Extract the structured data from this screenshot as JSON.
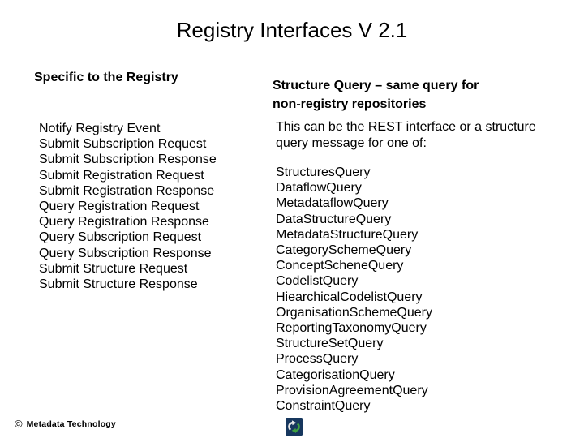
{
  "slide": {
    "title": "Registry Interfaces V 2.1",
    "left_column": {
      "heading": "Specific to the Registry",
      "items": [
        "Notify Registry Event",
        "Submit Subscription Request",
        "Submit Subscription Response",
        "Submit Registration Request",
        "Submit Registration Response",
        "Query Registration Request",
        "Query Registration Response",
        "Query Subscription Request",
        "Query Subscription Response",
        "Submit Structure Request",
        "Submit Structure Response"
      ]
    },
    "right_column": {
      "heading": "Structure Query – same query for non-registry repositories",
      "intro": "This can be the REST interface or a structure query message for one of:",
      "items": [
        "StructuresQuery",
        "DataflowQuery",
        "MetadataflowQuery",
        "DataStructureQuery",
        "MetadataStructureQuery",
        "CategorySchemeQuery",
        "ConceptScheneQuery",
        "CodelistQuery",
        "HiearchicalCodelistQuery",
        "OrganisationSchemeQuery",
        "ReportingTaxonomyQuery",
        "StructureSetQuery",
        "ProcessQuery",
        "CategorisationQuery",
        "ProvisionAgreementQuery",
        "ConstraintQuery"
      ]
    },
    "footer": {
      "copyright_symbol": "©",
      "text": "Metadata Technology"
    },
    "footer_icon": {
      "name": "sync-arrows-logo",
      "background": "#17375E",
      "arrow_light": "#E8E8E8",
      "arrow_green": "#3FA13F"
    }
  }
}
